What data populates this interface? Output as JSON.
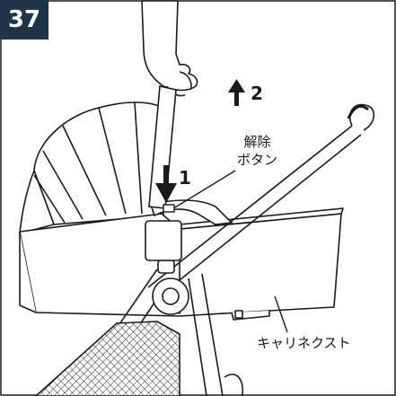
{
  "step_number": "37",
  "labels": {
    "release_button": "解除\nボタン",
    "carrycot": "キャリネクスト",
    "step_1": "1",
    "step_2": "2"
  },
  "colors": {
    "badge_bg": "#1f3447",
    "line": "#1a1a1a",
    "fill": "#ffffff"
  },
  "icons": {
    "arrow_up": "arrow-up-icon",
    "arrow_down": "arrow-down-icon"
  }
}
